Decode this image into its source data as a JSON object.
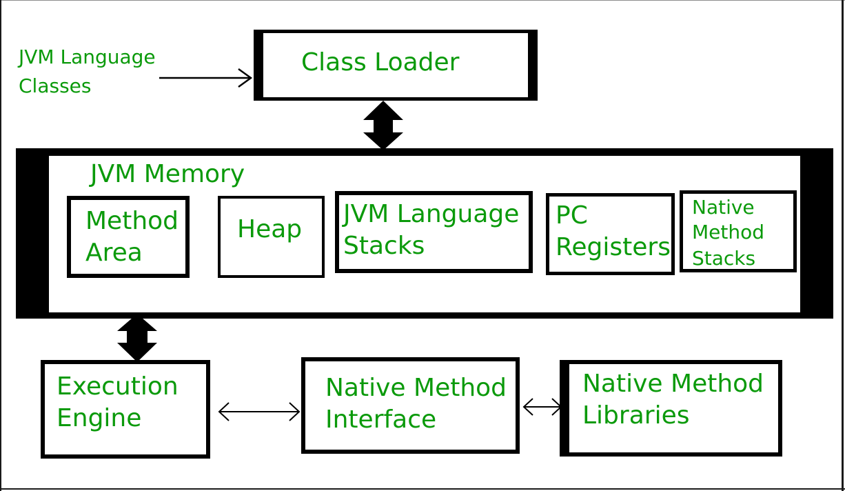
{
  "colors": {
    "label_text": "#0b9a0b",
    "box_border": "#000000",
    "background": "#ffffff"
  },
  "input": {
    "label_line1": "JVM Language",
    "label_line2": "Classes"
  },
  "class_loader": {
    "label": "Class Loader"
  },
  "jvm_memory": {
    "title": "JVM Memory",
    "areas": {
      "method_area": {
        "line1": "Method",
        "line2": "Area"
      },
      "heap": {
        "line1": "Heap"
      },
      "language_stacks": {
        "line1": "JVM Language",
        "line2": "Stacks"
      },
      "pc_registers": {
        "line1": "PC",
        "line2": "Registers"
      },
      "native_method_stacks": {
        "line1": "Native",
        "line2": "Method",
        "line3": "Stacks"
      }
    }
  },
  "execution_engine": {
    "line1": "Execution",
    "line2": "Engine"
  },
  "native_method_interface": {
    "line1": "Native Method",
    "line2": "Interface"
  },
  "native_method_libraries": {
    "line1": "Native Method",
    "line2": "Libraries"
  }
}
